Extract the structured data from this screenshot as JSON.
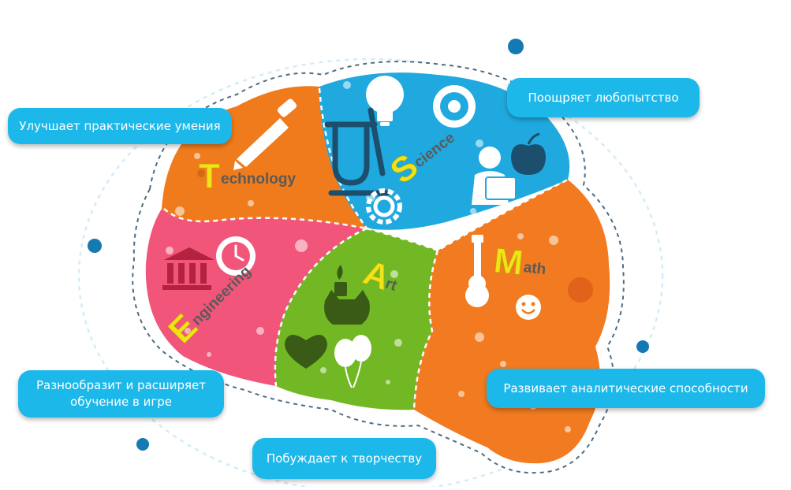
{
  "diagram": {
    "segments": [
      {
        "id": "technology",
        "initial": "T",
        "rest": "echnology",
        "color": "#f07b1c"
      },
      {
        "id": "science",
        "initial": "S",
        "rest": "cience",
        "color": "#20a9de"
      },
      {
        "id": "engineering",
        "initial": "E",
        "rest": "ngineering",
        "color": "#f1557a"
      },
      {
        "id": "art",
        "initial": "A",
        "rest": "rt",
        "color": "#72b724"
      },
      {
        "id": "math",
        "initial": "M",
        "rest": "ath",
        "color": "#f27a20"
      }
    ],
    "callouts": {
      "technology": "Улучшает практические умения",
      "science": "Поощряет любопытство",
      "engineering_line1": "Разнообразит и расширяет",
      "engineering_line2": "обучение в игре",
      "art": "Побуждает к творчеству",
      "math": "Развивает аналитические способности"
    },
    "accent_color": "#1cb8ea",
    "dot_color": "#157ab2",
    "label_color": "#5a5a5a",
    "initial_color": "#f1e318",
    "icons": [
      "pen-icon",
      "lightbulb-icon",
      "medal-icon",
      "microscope-icon",
      "gear-icon",
      "apple-icon",
      "teacher-icon",
      "bank-icon",
      "clock-icon",
      "guitar-icon",
      "smiley-icon",
      "candle-icon",
      "heart-icon",
      "balloons-icon",
      "cat-icon"
    ]
  }
}
